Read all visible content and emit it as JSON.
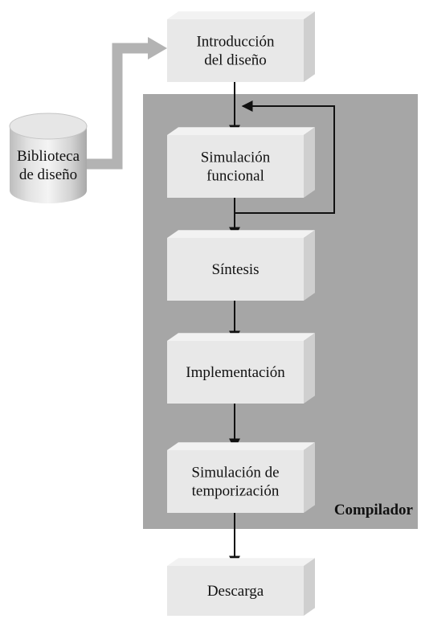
{
  "library": {
    "lines": [
      "Biblioteca",
      "de diseño"
    ]
  },
  "compiler": {
    "label": "Compilador"
  },
  "steps": [
    {
      "id": "intro",
      "lines": [
        "Introducción",
        "del diseño"
      ]
    },
    {
      "id": "funcsim",
      "lines": [
        "Simulación",
        "funcional"
      ]
    },
    {
      "id": "synth",
      "lines": [
        "Síntesis"
      ]
    },
    {
      "id": "impl",
      "lines": [
        "Implementación"
      ]
    },
    {
      "id": "timing",
      "lines": [
        "Simulación de",
        "temporización"
      ]
    },
    {
      "id": "download",
      "lines": [
        "Descarga"
      ]
    }
  ],
  "colors": {
    "compiler_bg": "#a6a6a6",
    "box_front": "#e8e8e8",
    "box_top": "#f2f2f2",
    "box_side": "#cfcfcf",
    "arrow": "#111111",
    "library_arrow": "#b3b3b3"
  }
}
